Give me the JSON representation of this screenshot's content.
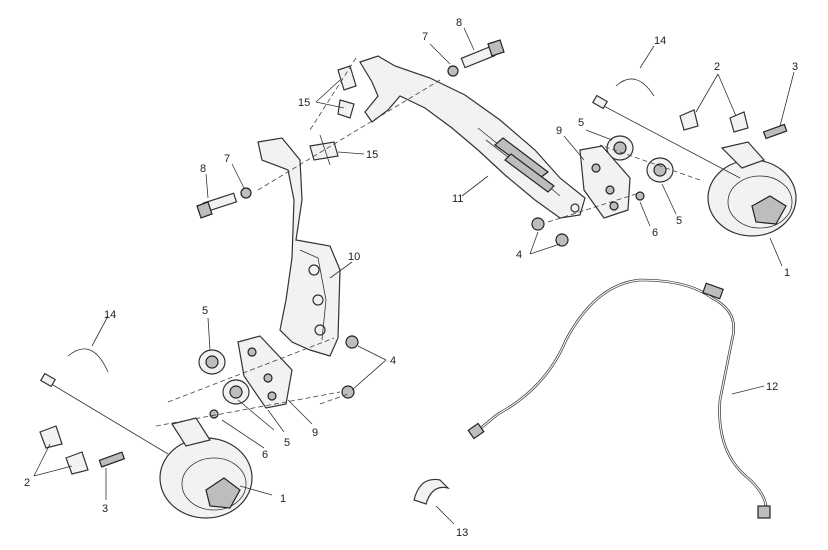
{
  "callouts": [
    {
      "id": "c1a",
      "text": "1"
    },
    {
      "id": "c1b",
      "text": "1"
    },
    {
      "id": "c2a",
      "text": "2"
    },
    {
      "id": "c2b",
      "text": "2"
    },
    {
      "id": "c3a",
      "text": "3"
    },
    {
      "id": "c3b",
      "text": "3"
    },
    {
      "id": "c4a",
      "text": "4"
    },
    {
      "id": "c4b",
      "text": "4"
    },
    {
      "id": "c5a",
      "text": "5"
    },
    {
      "id": "c5b",
      "text": "5"
    },
    {
      "id": "c5c",
      "text": "5"
    },
    {
      "id": "c5d",
      "text": "5"
    },
    {
      "id": "c6a",
      "text": "6"
    },
    {
      "id": "c6b",
      "text": "6"
    },
    {
      "id": "c7a",
      "text": "7"
    },
    {
      "id": "c7b",
      "text": "7"
    },
    {
      "id": "c8a",
      "text": "8"
    },
    {
      "id": "c8b",
      "text": "8"
    },
    {
      "id": "c9a",
      "text": "9"
    },
    {
      "id": "c9b",
      "text": "9"
    },
    {
      "id": "c10",
      "text": "10"
    },
    {
      "id": "c11",
      "text": "11"
    },
    {
      "id": "c12",
      "text": "12"
    },
    {
      "id": "c13",
      "text": "13"
    },
    {
      "id": "c14a",
      "text": "14"
    },
    {
      "id": "c14b",
      "text": "14"
    },
    {
      "id": "c15a",
      "text": "15"
    },
    {
      "id": "c15b",
      "text": "15"
    }
  ]
}
